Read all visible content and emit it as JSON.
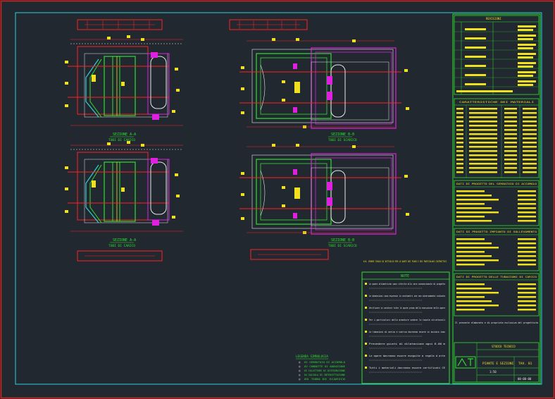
{
  "colors": {
    "background": "#212830",
    "frame_red": "#e0201c",
    "frame_cyan": "#2fd0d8",
    "green": "#2ee02e",
    "yellow": "#f0e020",
    "magenta": "#e020e0",
    "white": "#e8e8e8",
    "red": "#ff2020"
  },
  "drawing": {
    "views": [
      {
        "id": "view-a-top",
        "section": "SEZIONE A-A",
        "sub": "TUBI DI CARICO"
      },
      {
        "id": "view-b-top",
        "section": "SEZIONE B-B",
        "sub": "TUBI DI SCARICO"
      },
      {
        "id": "view-a-bottom",
        "section": "SEZIONE A-A",
        "sub": "TUBI DI CARICO"
      },
      {
        "id": "view-b-bottom",
        "section": "SEZIONE B-B",
        "sub": "TUBI DI SCARICO"
      }
    ],
    "plan_note": "N.B. VEDERE TAVOLE DI DETTAGLIO PER LE QUOTE DEI PIANI E DEI PARTICOLARI COSTRUTTIVI",
    "legend": {
      "title": "LEGENDA SIMBOLOGIA",
      "items": [
        "01 SERBATOIO DI ACCUMULO",
        "02 CONDOTTE DI ADDUZIONE",
        "03 COLLETTORE DI DISTRIBUZIONE",
        "04 VALVOLA DI INTERCETTAZIONE",
        "05 TUBO DI SCARICO"
      ]
    },
    "notes": {
      "title": "NOTE",
      "lines": [
        "Le quote altimetriche sono riferite allo zero convenzionale di progetto",
        "Le dimensioni sono espresse in centimetri ove non diversamente indicato",
        "Verificare in cantiere tutte le quote prima della esecuzione delle opere",
        "Per i particolari delle armature vedere le tavole strutturali",
        "Le tubazioni di carico e scarico dovranno essere in acciaio inox",
        "Prevedere giunti di dilatazione ogni 6.00 m",
        "Le opere dovranno essere eseguite a regola d arte",
        "Tutti i materiali dovranno essere certificati CE"
      ]
    }
  },
  "title_block": {
    "revisions_title": "REVISIONI",
    "materials_title": "CARATTERISTICHE DEI MATERIALI",
    "section3_title": "DATI DI PROGETTO DEL SERBATOIO DI ACCUMULO",
    "section4_title": "DATI DI PROGETTO IMPIANTO DI SOLLEVAMENTO",
    "section5_title": "DATI DI PROGETTO DELLE TUBAZIONI DI CARICO",
    "footer_note": "Il presente elaborato e di proprieta esclusiva del progettista",
    "company": "STUDIO TECNICO",
    "project": "PIANTE E SEZIONI",
    "sheet": "TAV. 01",
    "scale": "1:50",
    "date": "00-00-00"
  }
}
